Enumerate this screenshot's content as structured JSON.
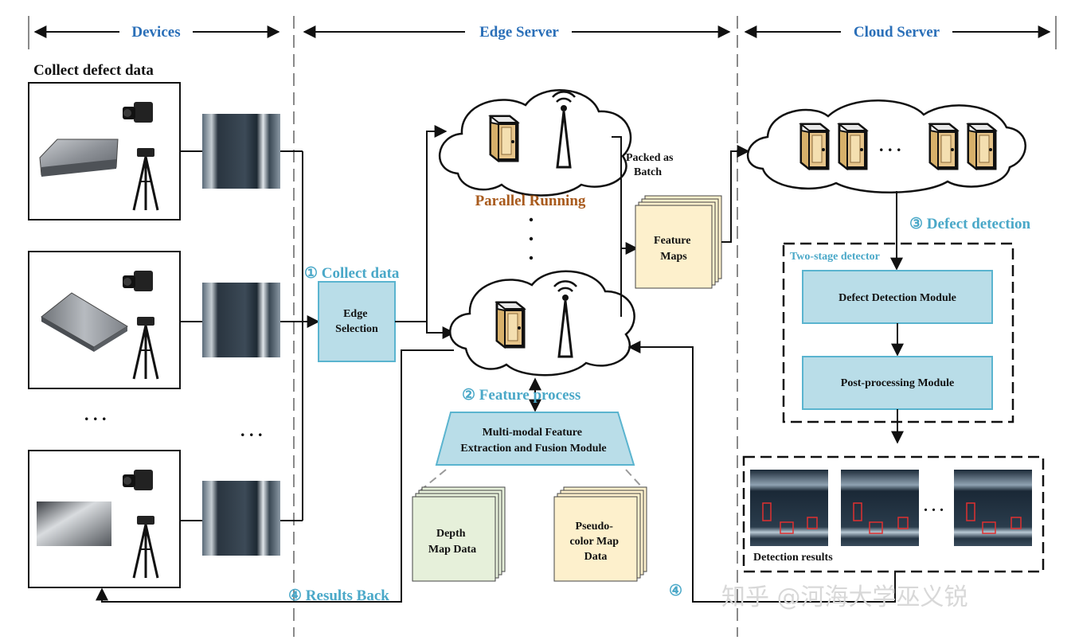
{
  "sections": {
    "devices": "Devices",
    "edge": "Edge Server",
    "cloud": "Cloud Server"
  },
  "devices": {
    "title": "Collect defect data",
    "ellipsis_left": ". . .",
    "ellipsis_right": ". . ."
  },
  "edge": {
    "step1": "① Collect data",
    "edge_selection": [
      "Edge",
      "Selection"
    ],
    "parallel": "Parallel Running",
    "packed": [
      "Packed as",
      "Batch"
    ],
    "feature_maps": [
      "Feature",
      "Maps"
    ],
    "step2": "② Feature process",
    "mmfe": [
      "Multi-modal Feature",
      "Extraction and Fusion Module"
    ],
    "depth": [
      "Depth",
      "Map Data"
    ],
    "pseudo": [
      "Pseudo-",
      "color Map",
      "Data"
    ],
    "step4_left": "④ Results Back"
  },
  "cloud": {
    "step3": "③ Defect detection",
    "two_stage": "Two-stage detector",
    "ddm": "Defect Detection Module",
    "ppm": "Post-processing Module",
    "detection_results": "Detection results",
    "ellipsis": ". . .",
    "step4_right": "④",
    "cloud_ellipsis": ". . ."
  },
  "watermark": "知乎 @河海大学巫义锐",
  "colors": {
    "section_blue": "#2a6fb8",
    "step_cyan": "#4aa8c8",
    "module_fill": "#b9dde8",
    "module_stroke": "#5ab4cf",
    "feature_yellow": "#fdf0cc",
    "depth_green": "#e6f0da",
    "parallel_brown": "#a85a1c"
  }
}
